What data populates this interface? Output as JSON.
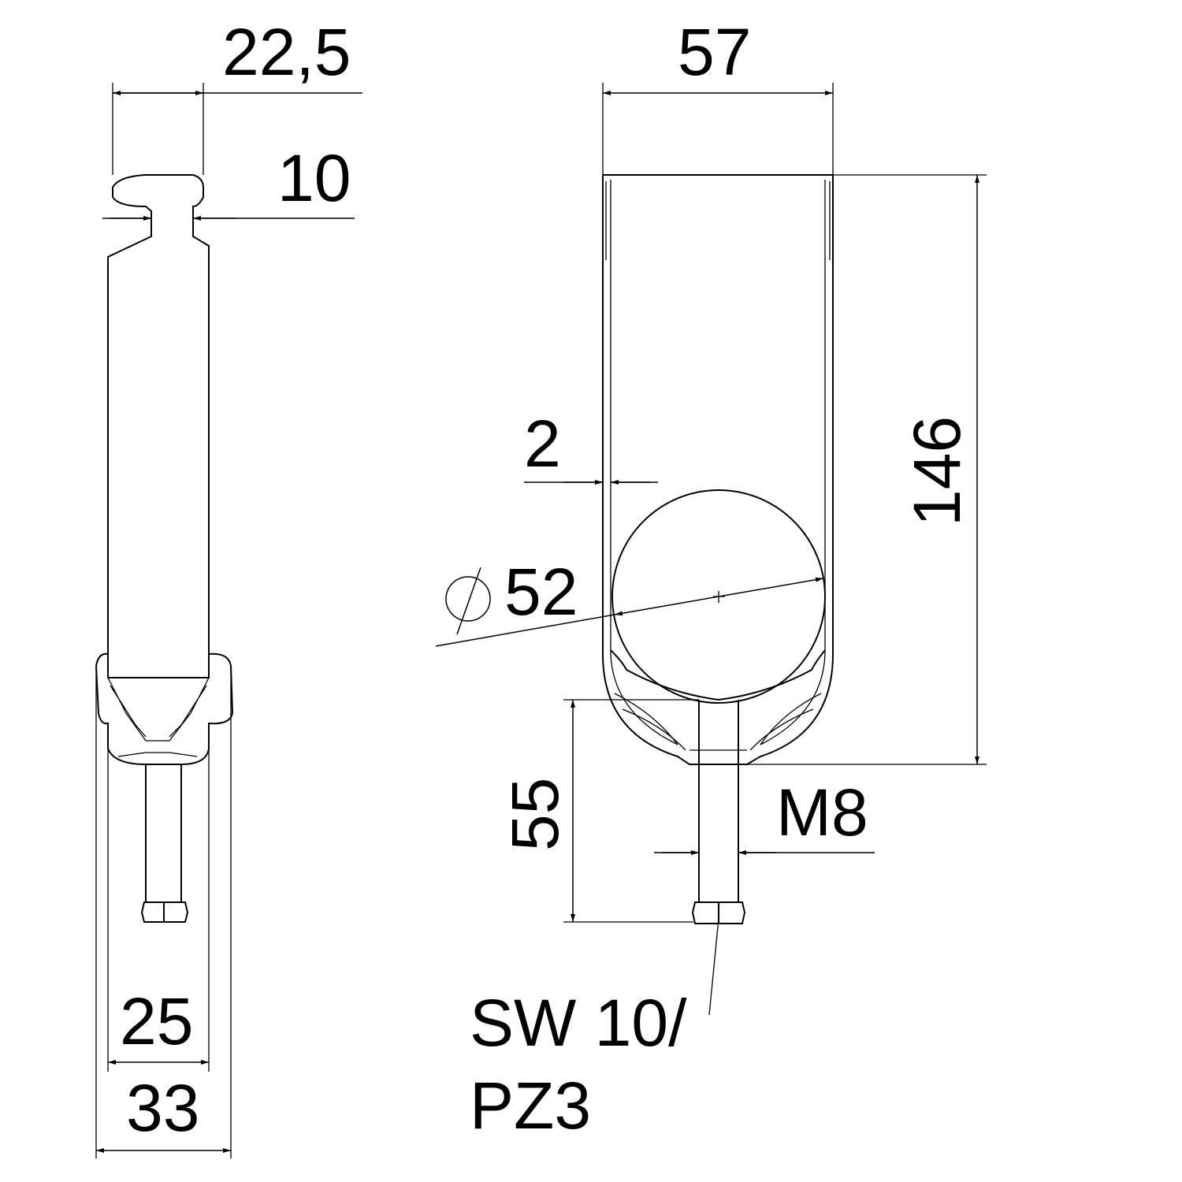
{
  "dimensions": {
    "width_head": "22,5",
    "neck": "10",
    "inner_width_left": "25",
    "outer_width_left": "33",
    "width_front": "57",
    "height_total": "146",
    "wall_thickness": "2",
    "diameter": "52",
    "diameter_symbol": "⌀",
    "bolt_height": "55",
    "thread": "M8",
    "drive_line1": "SW 10/",
    "drive_line2": "PZ3"
  }
}
